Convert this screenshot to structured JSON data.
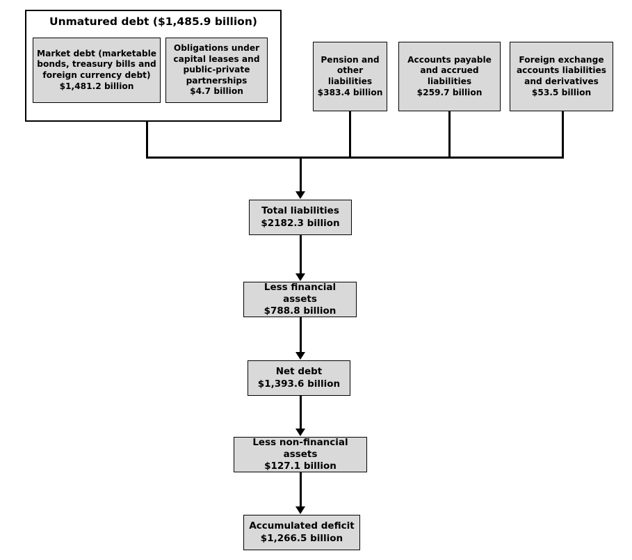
{
  "diagram": {
    "type": "flowchart",
    "currency_unit": "billion",
    "group": {
      "title": "Unmatured debt ($1,485.9 billion)",
      "total_value": "$1,485.9 billion",
      "items": [
        {
          "name": "market-debt",
          "label_line1": "Market debt (marketable",
          "label_line2": "bonds, treasury bills and",
          "label_line3": "foreign currency debt)",
          "value": "$1,481.2 billion"
        },
        {
          "name": "obligations",
          "label_line1": "Obligations under",
          "label_line2": "capital leases and",
          "label_line3": "public-private",
          "label_line4": "partnerships",
          "value": "$4.7 billion"
        }
      ]
    },
    "other_liabilities": [
      {
        "name": "pension",
        "label_line1": "Pension and",
        "label_line2": "other",
        "label_line3": "liabilities",
        "value": "$383.4 billion"
      },
      {
        "name": "accounts-payable",
        "label_line1": "Accounts payable",
        "label_line2": "and accrued",
        "label_line3": "liabilities",
        "value": "$259.7 billion"
      },
      {
        "name": "foreign-exchange",
        "label_line1": "Foreign exchange",
        "label_line2": "accounts liabilities",
        "label_line3": "and derivatives",
        "value": "$53.5 billion"
      }
    ],
    "chain": [
      {
        "name": "total-liabilities",
        "label": "Total liabilities",
        "value": "$2182.3 billion"
      },
      {
        "name": "less-financial",
        "label": "Less financial assets",
        "value": "$788.8 billion"
      },
      {
        "name": "net-debt",
        "label": "Net debt",
        "value": "$1,393.6 billion"
      },
      {
        "name": "less-non-financial",
        "label": "Less non-financial assets",
        "value": "$127.1 billion"
      },
      {
        "name": "accumulated-deficit",
        "label": "Accumulated deficit",
        "value": "$1,266.5 billion"
      }
    ],
    "colors": {
      "box_fill": "#d9d9d9",
      "box_border": "#000000",
      "group_fill": "#ffffff",
      "connector": "#000000",
      "background": "#ffffff",
      "text": "#000000"
    }
  }
}
